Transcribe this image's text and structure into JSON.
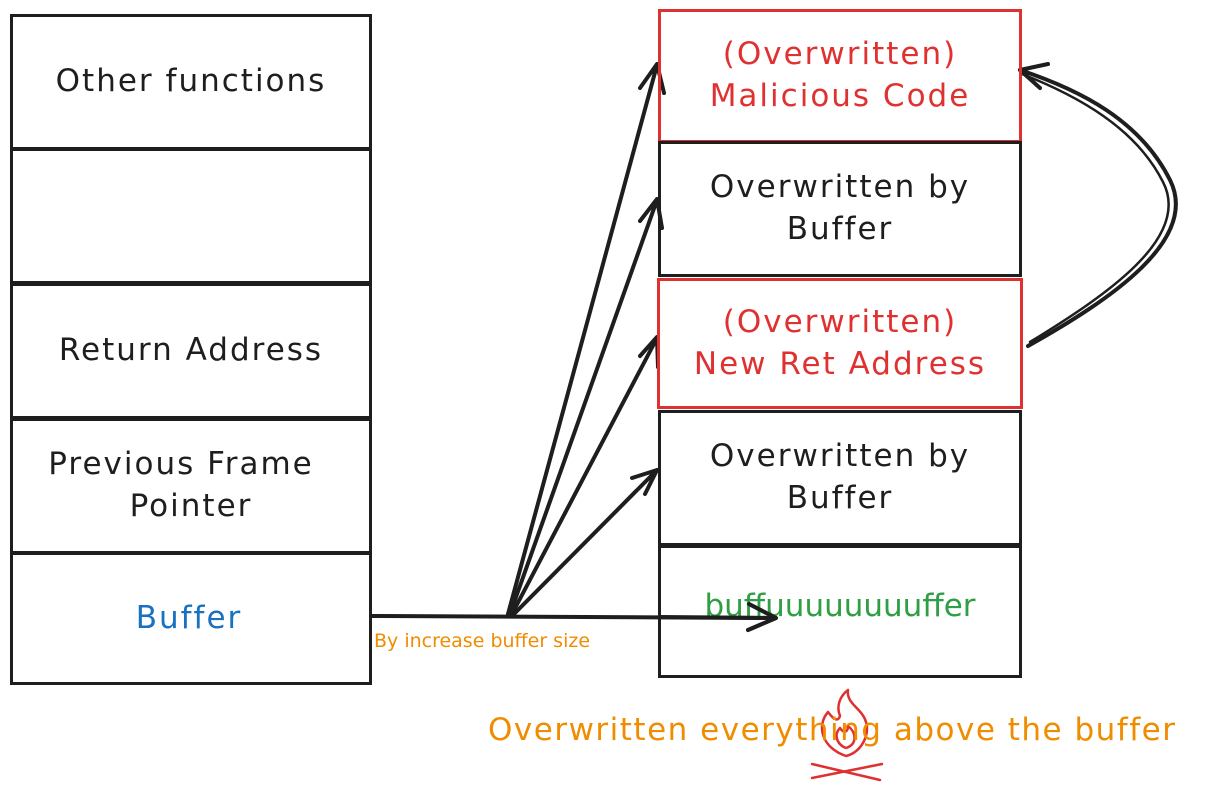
{
  "left_stack": {
    "other_functions": "Other functions",
    "empty_slot": "",
    "return_address": "Return Address",
    "previous_frame_pointer": [
      "Previous Frame",
      "Pointer"
    ],
    "buffer": "Buffer"
  },
  "right_stack": {
    "malicious_code": [
      "(Overwritten)",
      "Malicious Code"
    ],
    "overwritten_upper": [
      "Overwritten by",
      "Buffer"
    ],
    "new_ret_address": [
      "(Overwritten)",
      "New Ret Address"
    ],
    "overwritten_lower": [
      "Overwritten by",
      "Buffer"
    ],
    "long_buffer": "buffuuuuuuuuffer"
  },
  "annotations": {
    "increase_size": "By increase buffer size",
    "caption": "Overwritten everything above the buffer"
  },
  "colors": {
    "stroke": "#1e1e1e",
    "highlight_red": "#e03131",
    "buffer_blue": "#1971c2",
    "buffer_green": "#2f9e44",
    "note_orange": "#f08c00",
    "fire_red": "#e03131"
  },
  "icons": {
    "fire": "fire-icon"
  }
}
